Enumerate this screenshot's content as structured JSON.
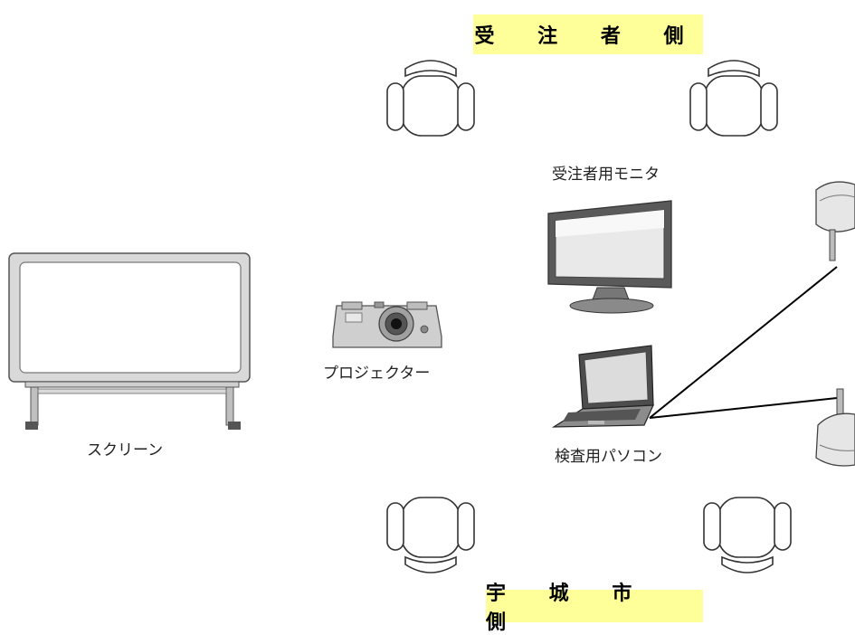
{
  "top_banner": "受 注 者 側",
  "bottom_banner": "宇 城 市 側",
  "labels": {
    "monitor": "受注者用モニタ",
    "projector": "プロジェクター",
    "screen": "スクリーン",
    "laptop": "検査用パソコン"
  },
  "colors": {
    "banner_bg": "#ffff99"
  }
}
